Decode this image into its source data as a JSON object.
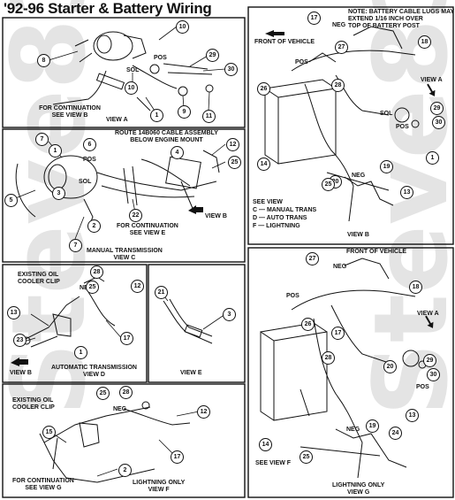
{
  "title": "'92-96 Starter & Battery Wiring",
  "watermark": "Steve83",
  "view_a": {
    "label": "VIEW A",
    "continuation": "FOR CONTINUATION\nSEE VIEW B",
    "pos": "POS",
    "sol": "SOL",
    "callouts": [
      "10",
      "8",
      "29",
      "30",
      "10",
      "9",
      "11",
      "1"
    ]
  },
  "view_b": {
    "label": "VIEW B",
    "note": "NOTE: BATTERY CABLE LUGS MAY\nEXTEND 1/16 INCH OVER\nTOP OF BATTERY POST",
    "front": "FRONT OF VEHICLE",
    "view_a_ref": "VIEW A",
    "neg": "NEG",
    "pos": "POS",
    "sol": "SOL",
    "see_view": "SEE VIEW",
    "legend": [
      "C — MANUAL TRANS",
      "D — AUTO TRANS",
      "F — LIGHTNING"
    ],
    "callouts": [
      "17",
      "27",
      "18",
      "26",
      "28",
      "29",
      "30",
      "1",
      "14",
      "19",
      "20",
      "25",
      "13"
    ]
  },
  "view_c": {
    "label": "MANUAL TRANSMISSION\nVIEW C",
    "route": "ROUTE 14B060 CABLE ASSEMBLY\nBELOW ENGINE MOUNT",
    "pos": "POS",
    "sol": "SOL",
    "view_b_ref": "VIEW B",
    "continuation": "FOR CONTINUATION\nSEE VIEW E",
    "callouts": [
      "7",
      "6",
      "1",
      "4",
      "3",
      "12",
      "25",
      "22",
      "5",
      "7",
      "2"
    ]
  },
  "view_d": {
    "label": "AUTOMATIC TRANSMISSION\nVIEW D",
    "clip": "EXISTING OIL\nCOOLER CLIP",
    "neg": "NEG",
    "view_b_ref": "VIEW B",
    "callouts": [
      "28",
      "25",
      "12",
      "13",
      "17",
      "1",
      "23"
    ]
  },
  "view_e": {
    "label": "VIEW E",
    "callouts": [
      "21",
      "3"
    ]
  },
  "view_f": {
    "label": "LIGHTNING ONLY\nVIEW F",
    "clip": "EXISTING OIL\nCOOLER CLIP",
    "neg": "NEG",
    "continuation": "FOR CONTINUATION\nSEE VIEW G",
    "callouts": [
      "25",
      "28",
      "15",
      "12",
      "17",
      "2"
    ]
  },
  "view_g": {
    "label": "LIGHTNING ONLY\nVIEW G",
    "front": "FRONT OF VEHICLE",
    "view_a_ref": "VIEW A",
    "neg": "NEG",
    "pos": "POS",
    "see_view": "SEE VIEW F",
    "callouts": [
      "27",
      "18",
      "26",
      "17",
      "28",
      "20",
      "29",
      "30",
      "13",
      "19",
      "24",
      "25",
      "14"
    ]
  }
}
